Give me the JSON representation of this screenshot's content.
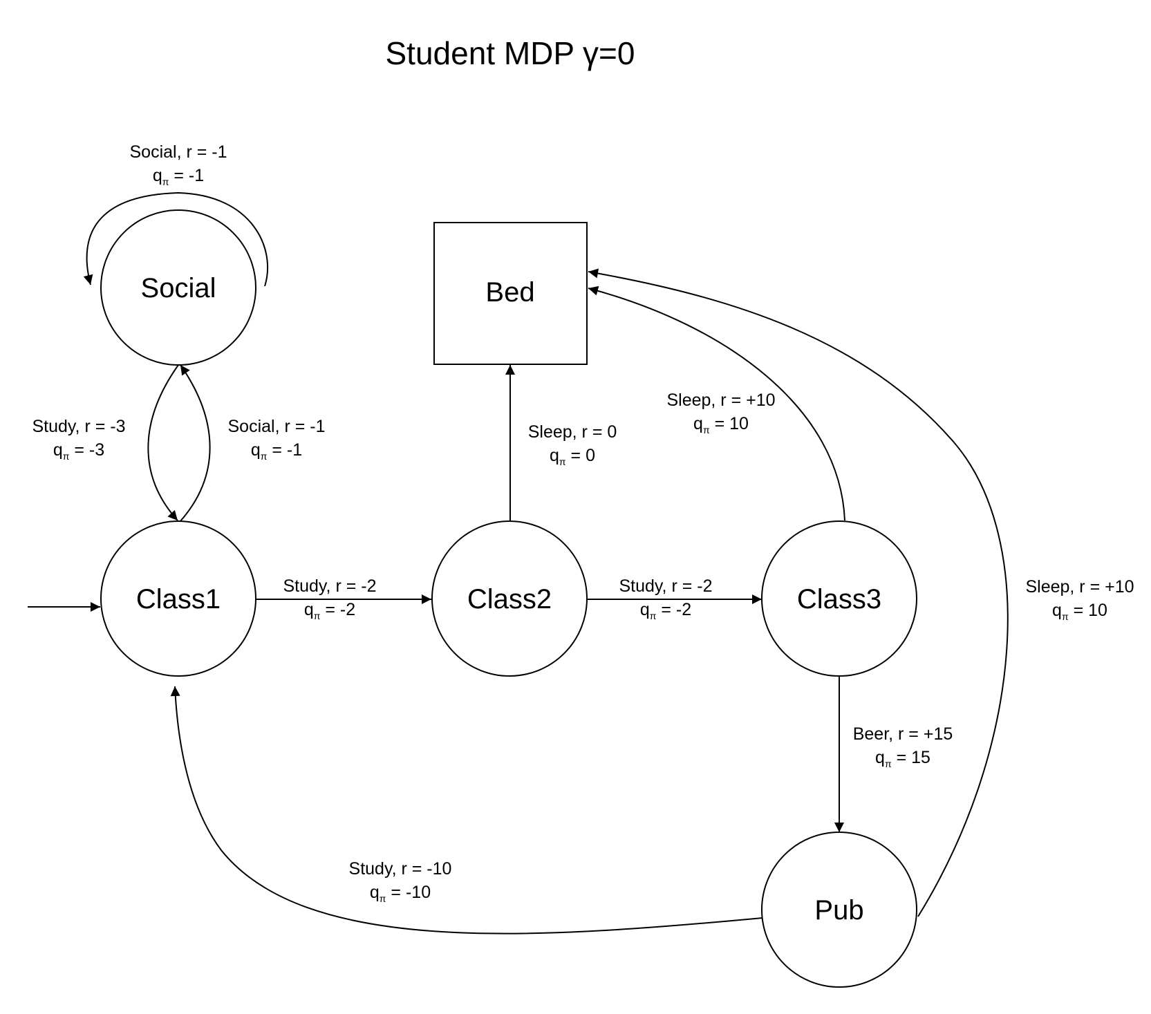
{
  "title": "Student MDP γ=0",
  "nodes": {
    "social": "Social",
    "bed": "Bed",
    "class1": "Class1",
    "class2": "Class2",
    "class3": "Class3",
    "pub": "Pub"
  },
  "edges": {
    "social_self": {
      "action": "Social, r = -1",
      "q_sym": "q",
      "q_sub": "π",
      "q_val": " = -1"
    },
    "class1_to_social": {
      "action": "Social, r = -1",
      "q_sym": "q",
      "q_sub": "π",
      "q_val": " = -1"
    },
    "social_to_class1": {
      "action": "Study, r = -3",
      "q_sym": "q",
      "q_sub": "π",
      "q_val": " = -3"
    },
    "class1_to_class2": {
      "action": "Study, r = -2",
      "q_sym": "q",
      "q_sub": "π",
      "q_val": " = -2"
    },
    "class2_to_class3": {
      "action": "Study, r = -2",
      "q_sym": "q",
      "q_sub": "π",
      "q_val": " = -2"
    },
    "class2_to_bed": {
      "action": "Sleep, r = 0",
      "q_sym": "q",
      "q_sub": "π",
      "q_val": " = 0"
    },
    "class3_to_bed": {
      "action": "Sleep, r = +10",
      "q_sym": "q",
      "q_sub": "π",
      "q_val": " = 10"
    },
    "pub_to_bed": {
      "action": "Sleep, r = +10",
      "q_sym": "q",
      "q_sub": "π",
      "q_val": " = 10"
    },
    "class3_to_pub": {
      "action": "Beer, r = +15",
      "q_sym": "q",
      "q_sub": "π",
      "q_val": " = 15"
    },
    "pub_to_class1": {
      "action": "Study, r = -10",
      "q_sym": "q",
      "q_sub": "π",
      "q_val": " = -10"
    }
  }
}
